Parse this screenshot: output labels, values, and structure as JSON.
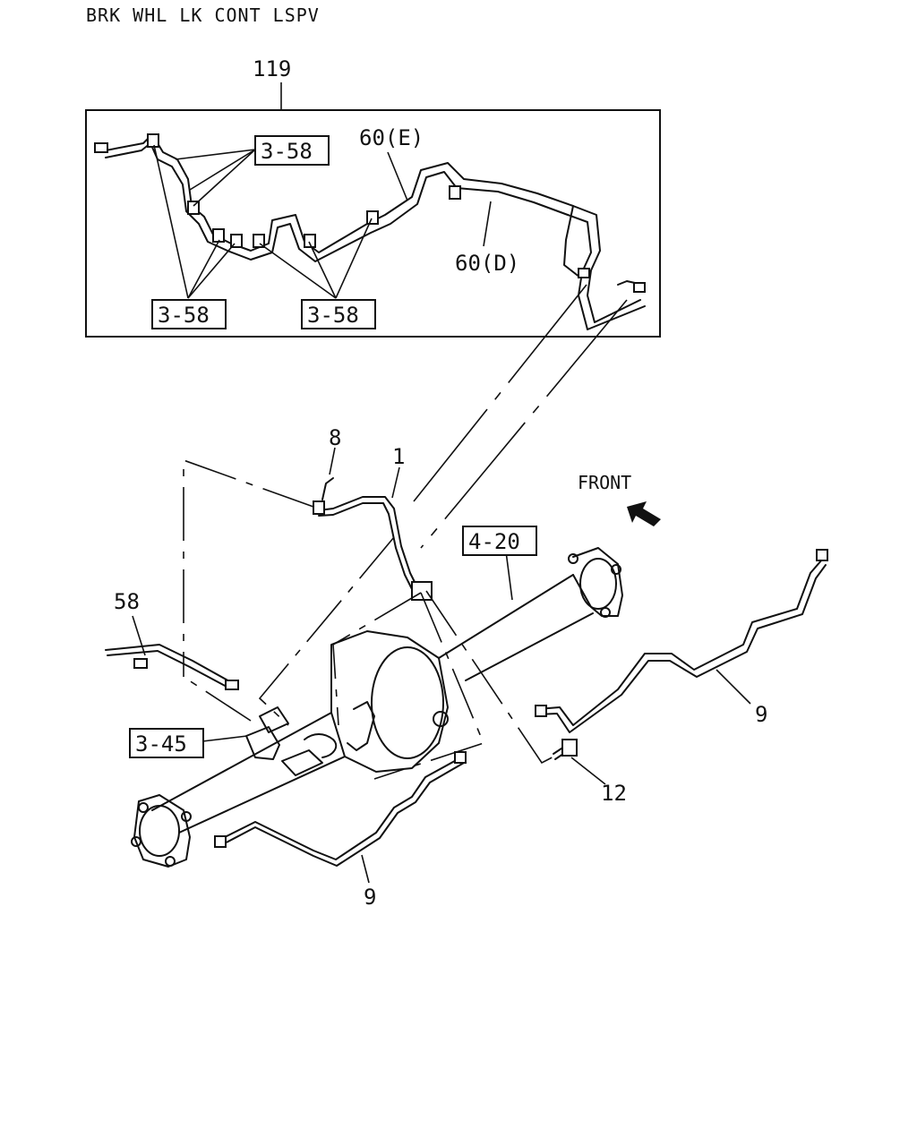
{
  "title": "BRK WHL LK CONT LSPV",
  "callouts": {
    "assembly": "119",
    "ref_3_58_top": "3-58",
    "ref_3_58_left": "3-58",
    "ref_3_58_right": "3-58",
    "pipe_e": "60(E)",
    "pipe_d": "60(D)",
    "part_8": "8",
    "part_1": "1",
    "front": "FRONT",
    "ref_4_20": "4-20",
    "part_58": "58",
    "ref_3_45": "3-45",
    "part_9_right": "9",
    "part_12": "12",
    "part_9_bottom": "9"
  },
  "colors": {
    "line": "#111111",
    "background": "#ffffff"
  },
  "icons": {
    "front_arrow": "arrow-up-left-icon"
  }
}
